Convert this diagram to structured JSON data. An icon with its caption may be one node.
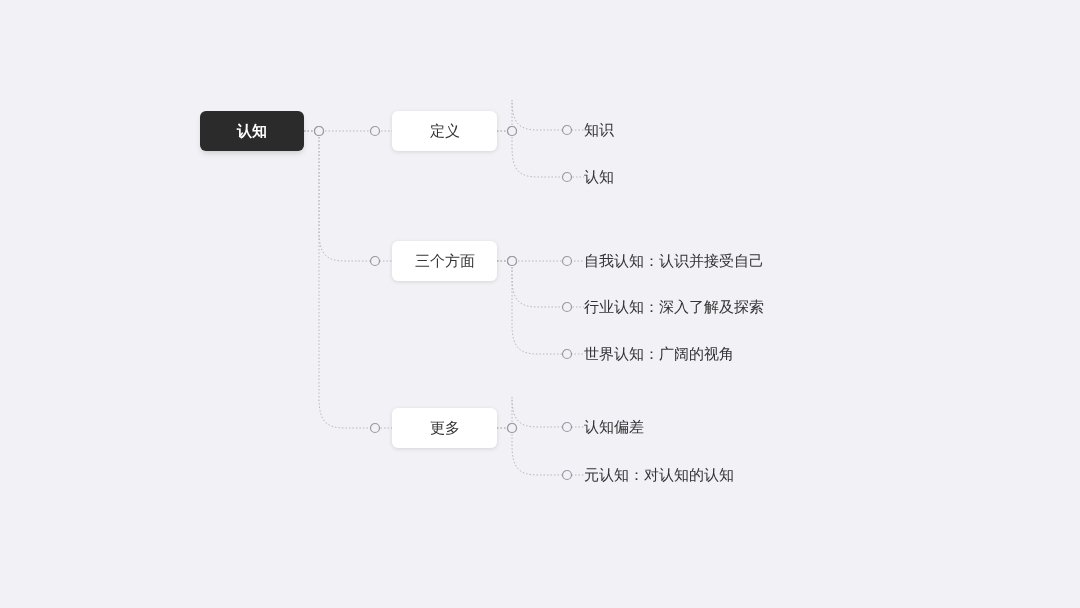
{
  "diagram": {
    "nodes": [
      {
        "text": [
          "认知"
        ]
      },
      {
        "text": [
          "定义"
        ]
      },
      {
        "text": [
          "三个方面"
        ]
      },
      {
        "text": [
          "更多"
        ]
      },
      {
        "text": [
          "知识"
        ]
      },
      {
        "text": [
          "认知"
        ]
      },
      {
        "text": [
          "自我认知：认识并接受自己"
        ]
      },
      {
        "text": [
          "行业认知：深入了解及探索"
        ]
      },
      {
        "text": [
          "世界认知：广阔的视角"
        ]
      },
      {
        "text": [
          "认知偏差"
        ]
      },
      {
        "text": [
          "元认知：对认知的认知"
        ]
      }
    ],
    "edges": [
      {
        "from": 0,
        "to": 1,
        "arrow": "other"
      },
      {
        "from": 0,
        "to": 2,
        "arrow": "other"
      },
      {
        "from": 0,
        "to": 3,
        "arrow": "other"
      },
      {
        "from": 1,
        "to": 4,
        "arrow": "other"
      },
      {
        "from": 1,
        "to": 5,
        "arrow": "other"
      },
      {
        "from": 2,
        "to": 6,
        "arrow": "other"
      },
      {
        "from": 2,
        "to": 7,
        "arrow": "other"
      },
      {
        "from": 2,
        "to": 8,
        "arrow": "other"
      },
      {
        "from": 3,
        "to": 9,
        "arrow": "other"
      },
      {
        "from": 3,
        "to": 10,
        "arrow": "other"
      }
    ]
  }
}
